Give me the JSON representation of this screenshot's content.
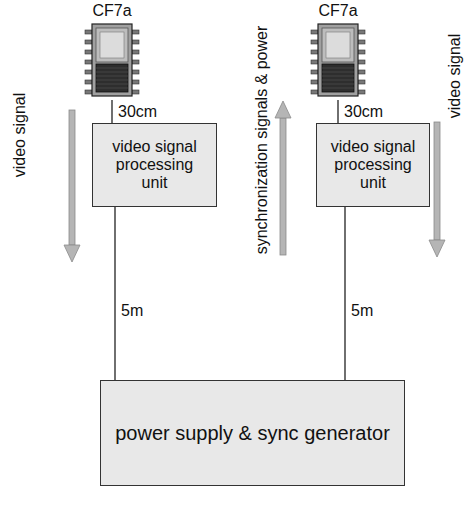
{
  "diagram": {
    "nodes": [
      {
        "text": [
          "CF7a"
        ]
      },
      {
        "text": [
          "CF7a"
        ]
      },
      {
        "text": [
          "video signal processing unit"
        ]
      },
      {
        "text": [
          "video signal processing unit"
        ]
      },
      {
        "text": [
          "power supply & sync generator"
        ]
      }
    ],
    "edges": [
      {
        "from": 0,
        "to": 2,
        "label": "30cm",
        "arrow": "none"
      },
      {
        "from": 1,
        "to": 3,
        "label": "30cm",
        "arrow": "none"
      },
      {
        "from": 2,
        "to": 4,
        "label": "5m",
        "arrow": "none"
      },
      {
        "from": 3,
        "to": 4,
        "label": "5m",
        "arrow": "none"
      }
    ],
    "labels": [
      "video signal",
      "synchronization signals & power",
      "video signal"
    ]
  }
}
